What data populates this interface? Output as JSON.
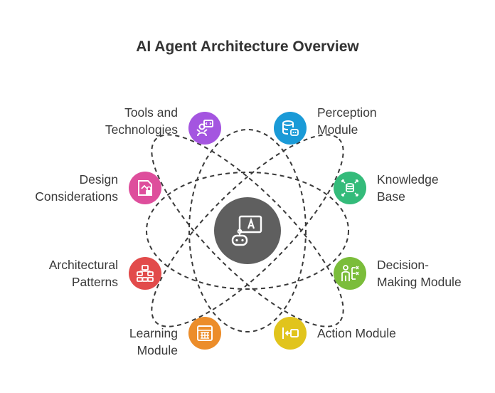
{
  "title": "AI Agent Architecture Overview",
  "hub": {
    "icon": "robot-whiteboard-icon",
    "color": "#5f5f5f"
  },
  "nodes": [
    {
      "id": "tools",
      "lines": [
        "Tools and",
        "Technologies"
      ],
      "color": "#a455e0",
      "icon": "robot-code-icon"
    },
    {
      "id": "perception",
      "lines": [
        "Perception",
        "Module"
      ],
      "color": "#1a9ad7",
      "icon": "database-robot-icon"
    },
    {
      "id": "design",
      "lines": [
        "Design",
        "Considerations"
      ],
      "color": "#de4e9c",
      "icon": "design-document-lock-icon"
    },
    {
      "id": "knowledge",
      "lines": [
        "Knowledge",
        "Base"
      ],
      "color": "#34bb7a",
      "icon": "knowledge-expand-icon"
    },
    {
      "id": "patterns",
      "lines": [
        "Architectural",
        "Patterns"
      ],
      "color": "#e24b4b",
      "icon": "hierarchy-network-icon"
    },
    {
      "id": "decision",
      "lines": [
        "Decision-",
        "Making Module"
      ],
      "color": "#7bbd3a",
      "icon": "decision-person-icon"
    },
    {
      "id": "learning",
      "lines": [
        "Learning",
        "Module"
      ],
      "color": "#ec8d2a",
      "icon": "learning-grid-icon"
    },
    {
      "id": "action",
      "lines": [
        "Action Module"
      ],
      "color": "#e1c41c",
      "icon": "action-input-icon"
    }
  ]
}
